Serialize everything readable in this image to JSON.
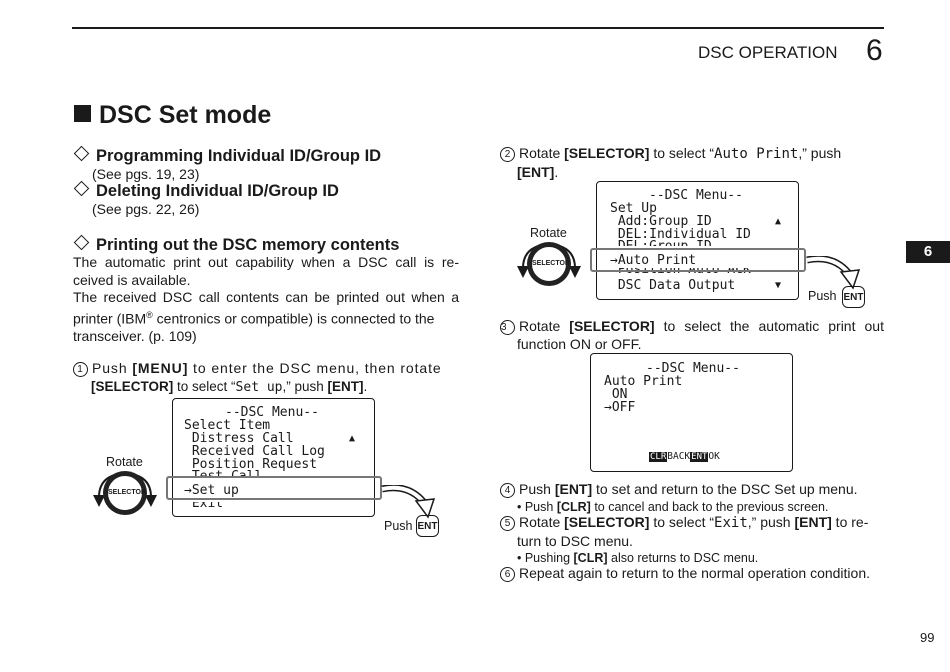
{
  "header": {
    "section": "DSC OPERATION",
    "chapter": "6"
  },
  "side_tab": "6",
  "page_number": "99",
  "title": "DSC Set mode",
  "left": {
    "h_prog": "Programming Individual ID/Group ID",
    "h_prog_ref": "(See pgs. 19, 23)",
    "h_del": "Deleting Individual ID/Group ID",
    "h_del_ref": "(See pgs. 22, 26)",
    "h_print": "Printing out the DSC memory contents",
    "para1_l1": "The automatic print out capability when a DSC call is re-",
    "para1_l2": "ceived is available.",
    "para2_l1": "The received DSC call contents can be printed out when a",
    "para2_l2a": "printer (IBM",
    "para2_reg": "®",
    "para2_l2b": " centronics or compatible) is connected to the",
    "para2_l3": "transceiver. (p. 109)",
    "step1": {
      "num": "1",
      "a": "Push ",
      "b": "[MENU]",
      "c": " to enter the DSC menu, then rotate",
      "d": "[SELECTOR]",
      "e": " to select “",
      "f": "Set up",
      "g": ",” push ",
      "h": "[ENT]",
      "i": "."
    }
  },
  "lcd1": {
    "lines": [
      "--DSC Menu--",
      "Select Item",
      " Distress Call",
      " Received Call Log",
      " Position Request",
      " Test Call",
      "→Set up",
      " Exit"
    ],
    "scroll_arrow": "▲",
    "rotate_label": "Rotate",
    "knob_label": "SELECTOR",
    "push_label": "Push",
    "ent_label": "ENT"
  },
  "right": {
    "step2": {
      "num": "2",
      "a": "Rotate ",
      "b": "[SELECTOR]",
      "c": " to select “",
      "d": "Auto Print",
      "e": ",” push",
      "f": "[ENT]",
      "g": "."
    },
    "step3": {
      "num": "3",
      "a": "Rotate ",
      "b": "[SELECTOR]",
      "c": " to select the automatic print out",
      "d": "function ON or OFF."
    },
    "step4": {
      "num": "4",
      "a": "Push ",
      "b": "[ENT]",
      "c": " to set and return to the DSC Set up menu.",
      "bullet_a": "• Push ",
      "bullet_b": "[CLR]",
      "bullet_c": " to cancel and back to the previous screen."
    },
    "step5": {
      "num": "5",
      "a": "Rotate ",
      "b": "[SELECTOR]",
      "c": " to select “",
      "d": "Exit",
      "e": ",” push ",
      "f": "[ENT]",
      "g": " to re-",
      "l2": "turn to DSC menu.",
      "bullet_a": "• Pushing ",
      "bullet_b": "[CLR]",
      "bullet_c": " also returns to DSC menu."
    },
    "step6": {
      "num": "6",
      "a": "Repeat again to return to the normal operation condition."
    }
  },
  "lcd2": {
    "lines": [
      "--DSC Menu--",
      "Set Up",
      " Add:Group ID",
      " DEL:Individual ID",
      " DEL:Group ID",
      "→Auto Print",
      " Position Auto ACK",
      " DSC Data Output"
    ],
    "scroll_up": "▲",
    "scroll_down": "▼",
    "rotate_label": "Rotate",
    "knob_label": "SELECTOR",
    "push_label": "Push",
    "ent_label": "ENT"
  },
  "lcd3": {
    "lines": [
      "--DSC Menu--",
      "Auto Print",
      " ON",
      "→OFF"
    ],
    "clr": "CLR",
    "back": "BACK",
    "ent": "ENT",
    "ok": "OK"
  }
}
